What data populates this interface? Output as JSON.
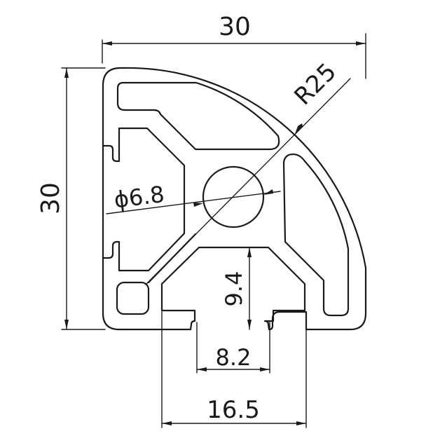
{
  "dimensions": {
    "overall_width": "30",
    "overall_height": "30",
    "corner_radius": "R25",
    "bore_diameter": "ϕ6.8",
    "slot_depth": "9.4",
    "slot_opening": "8.2",
    "slot_inner_width": "16.5"
  }
}
